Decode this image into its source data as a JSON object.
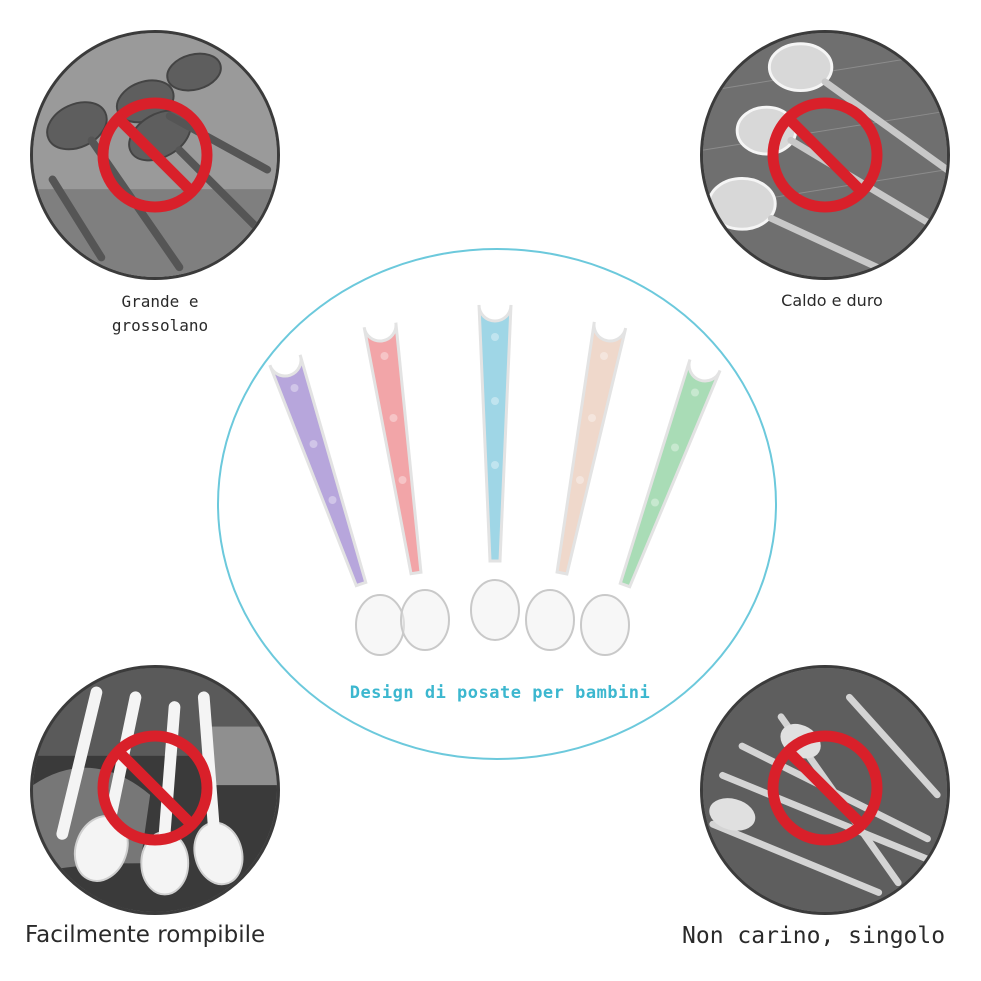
{
  "panels": [
    {
      "id": "top-left",
      "label": "Grande e\ngrossolano",
      "label_font": "mono"
    },
    {
      "id": "top-right",
      "label": "Caldo e duro",
      "label_font": "sans"
    },
    {
      "id": "bottom-left",
      "label": "Facilmente rompibile",
      "label_font": "sans"
    },
    {
      "id": "bottom-right",
      "label": "Non carino, singolo",
      "label_font": "mono"
    }
  ],
  "center": {
    "caption": "Design di posate per bambini",
    "spoon_colors": [
      "#b7a6dc",
      "#f2a5a8",
      "#9fd6e6",
      "#efd8cb",
      "#a9dcb6"
    ]
  },
  "colors": {
    "accent": "#3cb7cf",
    "ring": "#6cc9dc",
    "prohibition": "#d9202a",
    "photo_gray": "#8a8a8a"
  }
}
